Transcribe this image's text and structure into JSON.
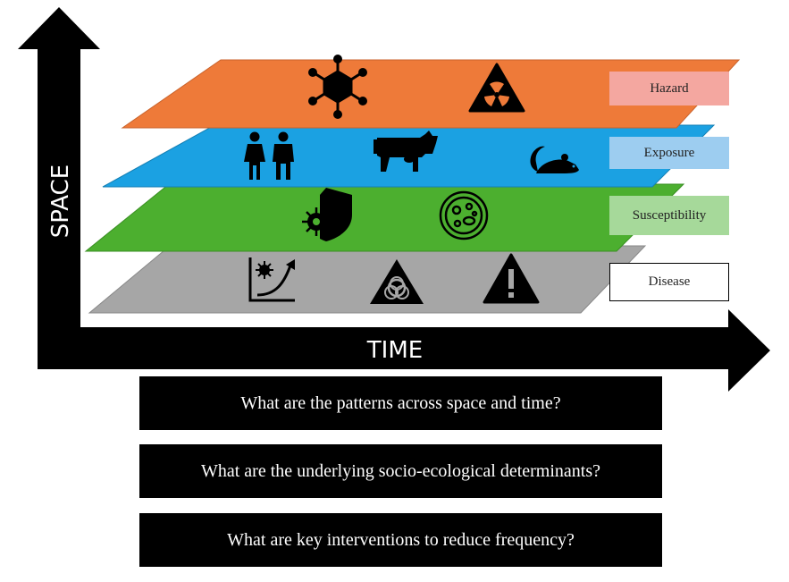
{
  "axes": {
    "y_label": "SPACE",
    "x_label": "TIME"
  },
  "layers": [
    {
      "label": "Hazard",
      "color": "#ee7a39",
      "label_bg": "#f4a7a0",
      "icons": [
        "virus-icon",
        "radiation-warning-icon"
      ]
    },
    {
      "label": "Exposure",
      "color": "#1ba1e2",
      "label_bg": "#9dcdf0",
      "icons": [
        "people-icon",
        "cow-icon",
        "rat-icon"
      ]
    },
    {
      "label": "Susceptibility",
      "color": "#4caf2f",
      "label_bg": "#a6d99a",
      "icons": [
        "shield-virus-icon",
        "petri-dish-icon"
      ]
    },
    {
      "label": "Disease",
      "color": "#a6a6a6",
      "label_bg": "#ffffff",
      "icons": [
        "growth-chart-icon",
        "biohazard-warning-icon",
        "exclamation-warning-icon"
      ]
    }
  ],
  "questions": [
    "What are the patterns across space and time?",
    "What are the underlying socio-ecological determinants?",
    "What are key interventions to reduce frequency?"
  ]
}
